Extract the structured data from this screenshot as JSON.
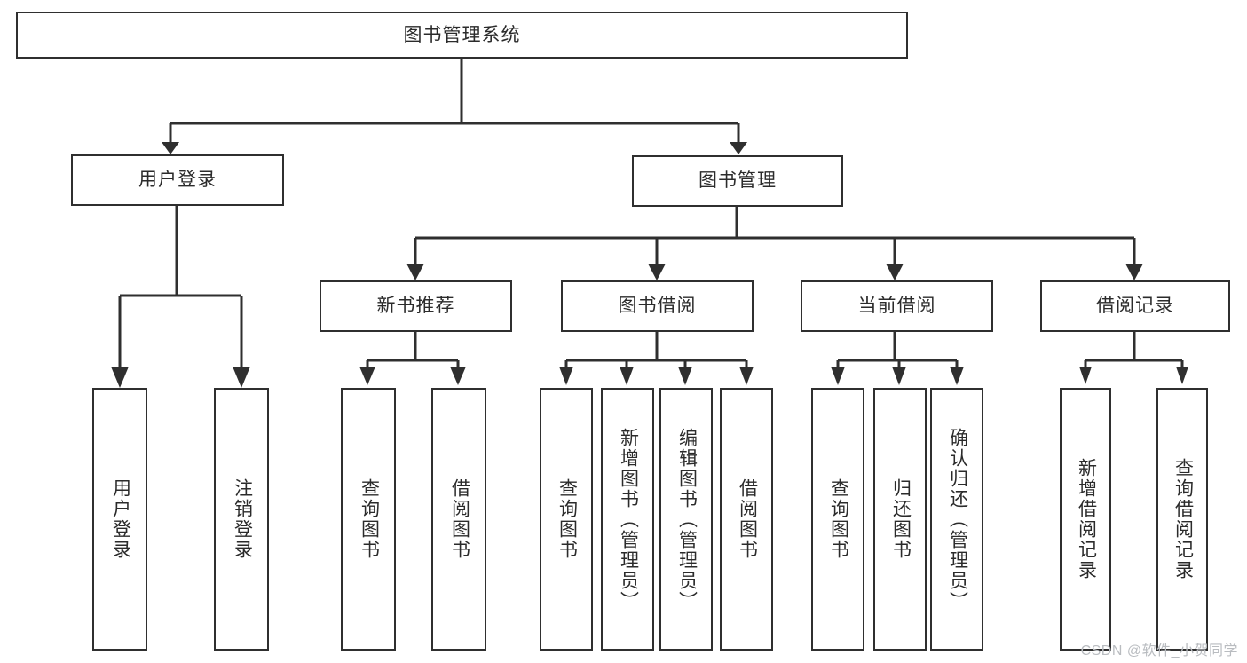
{
  "diagram": {
    "title": "图书管理系统",
    "type": "tree",
    "root": {
      "id": "root",
      "label": "图书管理系统",
      "orientation": "horizontal"
    },
    "level2": [
      {
        "id": "user-login",
        "label": "用户登录",
        "orientation": "horizontal"
      },
      {
        "id": "book-manage",
        "label": "图书管理",
        "orientation": "horizontal"
      }
    ],
    "level3": [
      {
        "id": "new-book-recommend",
        "label": "新书推荐",
        "orientation": "horizontal",
        "parent": "book-manage"
      },
      {
        "id": "book-borrow",
        "label": "图书借阅",
        "orientation": "horizontal",
        "parent": "book-manage"
      },
      {
        "id": "current-borrow",
        "label": "当前借阅",
        "orientation": "horizontal",
        "parent": "book-manage"
      },
      {
        "id": "borrow-record",
        "label": "借阅记录",
        "orientation": "horizontal",
        "parent": "book-manage"
      }
    ],
    "leaves": [
      {
        "id": "leaf-user-login",
        "label": "用户登录",
        "parent": "user-login"
      },
      {
        "id": "leaf-logout-login",
        "label": "注销登录",
        "parent": "user-login"
      },
      {
        "id": "leaf-query-book-rec",
        "label": "查询图书",
        "parent": "new-book-recommend"
      },
      {
        "id": "leaf-borrow-book-rec",
        "label": "借阅图书",
        "parent": "new-book-recommend"
      },
      {
        "id": "leaf-query-book-borrow",
        "label": "查询图书",
        "parent": "book-borrow"
      },
      {
        "id": "leaf-add-book",
        "label": "新增图书（管理员）",
        "parent": "book-borrow"
      },
      {
        "id": "leaf-edit-book",
        "label": "编辑图书（管理员）",
        "parent": "book-borrow"
      },
      {
        "id": "leaf-borrow-book",
        "label": "借阅图书",
        "parent": "book-borrow"
      },
      {
        "id": "leaf-query-book-current",
        "label": "查询图书",
        "parent": "current-borrow"
      },
      {
        "id": "leaf-return-book",
        "label": "归还图书",
        "parent": "current-borrow"
      },
      {
        "id": "leaf-confirm-return",
        "label": "确认归还（管理员）",
        "parent": "current-borrow"
      },
      {
        "id": "leaf-add-record",
        "label": "新增借阅记录",
        "parent": "borrow-record"
      },
      {
        "id": "leaf-query-record",
        "label": "查询借阅记录",
        "parent": "borrow-record"
      }
    ],
    "colors": {
      "stroke": "#2f2f2f",
      "text": "#2b2b2b",
      "background": "#ffffff",
      "watermark": "#b9bcc0"
    }
  },
  "watermark": {
    "text": "CSDN @软件_小贺同学"
  }
}
